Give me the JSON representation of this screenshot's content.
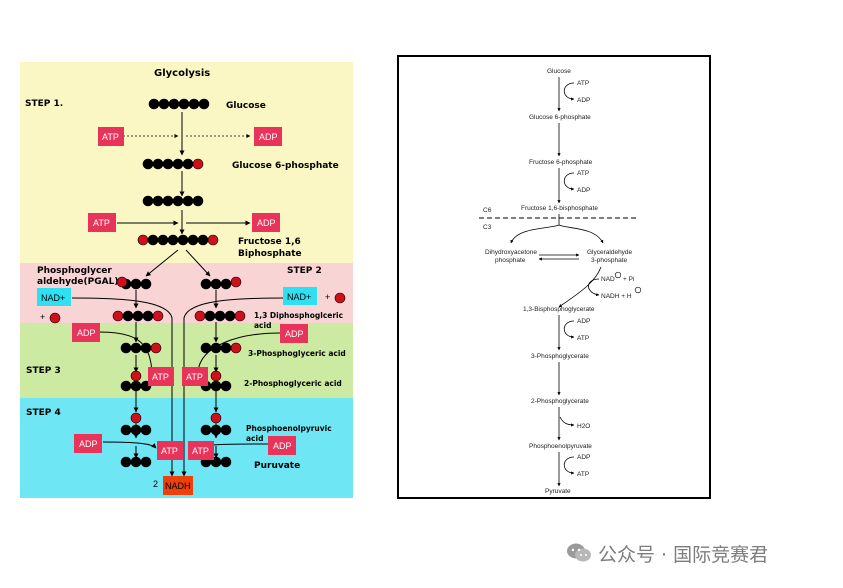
{
  "left": {
    "title": "Glycolysis",
    "steps": [
      "STEP 1.",
      "STEP 2",
      "STEP 3",
      "STEP 4"
    ],
    "labels": {
      "glucose": "Glucose",
      "g6p": "Glucose 6-phosphate",
      "f16_line1": "Fructose 1,6",
      "f16_line2": "Biphosphate",
      "pgal_line1": "Phosphoglycer",
      "pgal_line2": "aldehyde(PGAL)",
      "dpg_line1": "1,3 Diphosphoglceric",
      "dpg_line2": "acid",
      "pga3": "3-Phosphoglyceric acid",
      "pga2": "2-Phosphoglyceric acid",
      "pep_line1": "Phosphoenolpyruvic",
      "pep_line2": "acid",
      "pyruvate": "Puruvate",
      "nadh_count": "2"
    },
    "boxes": {
      "atp": "ATP",
      "adp": "ADP",
      "nad": "NAD+",
      "nadh": "NADH"
    },
    "plus": "+",
    "colors": {
      "step1_bg": "#fbf7c4",
      "step2_bg": "#f8d4d4",
      "step3_bg": "#cdeaa2",
      "step4_bg": "#6fe6f3",
      "box_red": "#e8345a",
      "nad_cyan": "#2fe0f3",
      "nadh_orange": "#f0400a",
      "carbon": "#000000",
      "phosphate": "#d10f1a"
    }
  },
  "right": {
    "compounds": {
      "glucose": "Glucose",
      "g6p": "Glucose 6-phosphate",
      "f6p": "Fructose 6-phosphate",
      "f16bp": "Fructose 1,6-bisphosphate",
      "dhap_line1": "Dihydroxyacetone",
      "dhap_line2": "phosphate",
      "g3p_line1": "Glyceraldehyde",
      "g3p_line2": "3-phosphate",
      "bpg13": "1,3-Bisphosphoglycerate",
      "pg3": "3-Phosphoglycerate",
      "pg2": "2-Phosphoglycerate",
      "pep": "Phosphoenolpyruvate",
      "pyruvate": "Pyruvate"
    },
    "cofactors": {
      "atp": "ATP",
      "adp": "ADP",
      "nad": "NAD",
      "pi": "+ Pi",
      "nadh": "NADH + H",
      "h2o": "H2O",
      "c6": "C6",
      "c3": "C3"
    }
  },
  "watermark": {
    "text": "公众号 · 国际竞赛君"
  }
}
